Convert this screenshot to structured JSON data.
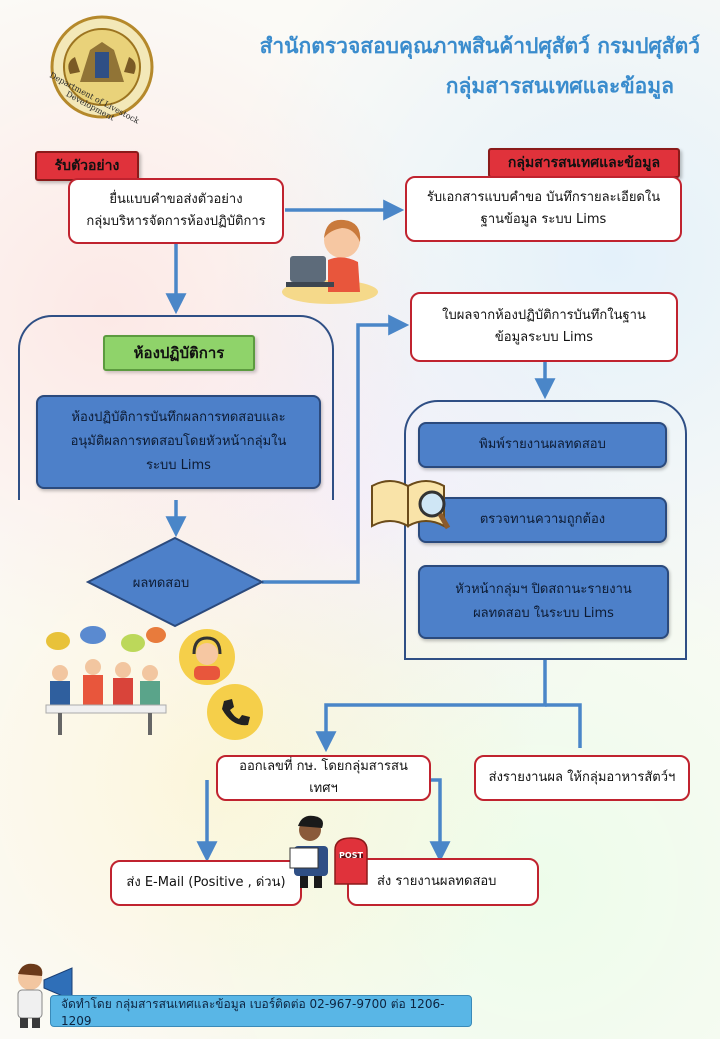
{
  "header": {
    "logo_text": "Department of Livestock Development",
    "title_line1": "สำนักตรวจสอบคุณภาพสินค้าปศุสัตว์ กรมปศุสัตว์",
    "title_line2": "กลุ่มสารสนเทศและข้อมูล"
  },
  "flow": {
    "tag_receive": "รับตัวอย่าง",
    "box_submit": "ยื่นแบบคำขอส่งตัวอย่าง\nกลุ่มบริหารจัดการห้องปฏิบัติการ",
    "tag_info": "กลุ่มสารสนเทศและข้อมูล",
    "box_receive_docs": "รับเอกสารแบบคำขอ บันทึกรายละเอียดใน\nฐานข้อมูล ระบบ Lims",
    "tag_lab": "ห้องปฏิบัติการ",
    "box_lab_record": "ห้องปฏิบัติการบันทึกผลการทดสอบและ\nอนุมัติผลการทดสอบโดยหัวหน้ากลุ่มใน\nระบบ Lims",
    "diamond_result": "ผลทดสอบ",
    "box_lab_result": "ใบผลจากห้องปฏิบัติการบันทึกในฐาน\nข้อมูลระบบ Lims",
    "box_print": "พิมพ์รายงานผลทดสอบ",
    "box_check": "ตรวจทานความถูกต้อง",
    "box_close": "หัวหน้ากลุ่มฯ ปิดสถานะรายงาน\nผลทดสอบ ในระบบ Lims",
    "box_issue_number": "ออกเลขที่ กษ. โดยกลุ่มสารสนเทศฯ",
    "box_send_food": "ส่งรายงานผล ให้กลุ่มอาหารสัตว์ฯ",
    "box_email": "ส่ง E-Mail (Positive , ด่วน)",
    "box_send_report": "ส่ง รายงานผลทดสอบ",
    "post_label": "POST"
  },
  "footer": {
    "text": "จัดทำโดย กลุ่มสารสนเทศและข้อมูล เบอร์ติดต่อ 02-967-9700 ต่อ 1206-1209"
  },
  "colors": {
    "title": "#3a8ccd",
    "red_border": "#c0232f",
    "blue_box": "#4d80c9",
    "arrow": "#4a86c8",
    "green_tag": "#8fd36a"
  }
}
